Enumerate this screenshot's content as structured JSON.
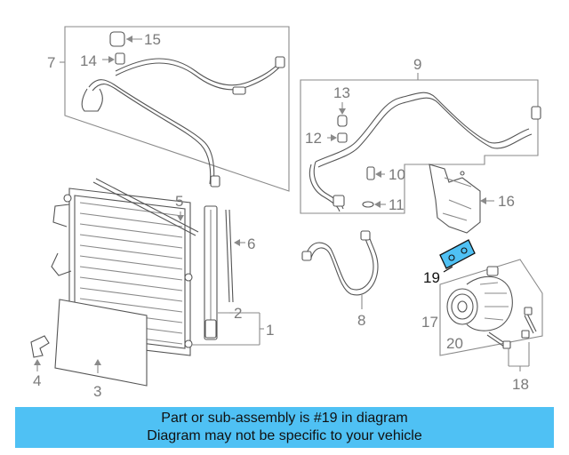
{
  "diagram": {
    "part_numbers": {
      "p1": "1",
      "p2": "2",
      "p3": "3",
      "p4": "4",
      "p5": "5",
      "p6": "6",
      "p7": "7",
      "p8": "8",
      "p9": "9",
      "p10": "10",
      "p11": "11",
      "p12": "12",
      "p13": "13",
      "p14": "14",
      "p15": "15",
      "p16": "16",
      "p17": "17",
      "p18": "18",
      "p19": "19",
      "p20": "20"
    },
    "highlighted_part": "19",
    "highlight_color": "#4fc1f4"
  },
  "banner": {
    "line1": "Part or sub-assembly is #19 in diagram",
    "line2": "Diagram may not be specific to your vehicle",
    "background": "#4fc1f4"
  }
}
